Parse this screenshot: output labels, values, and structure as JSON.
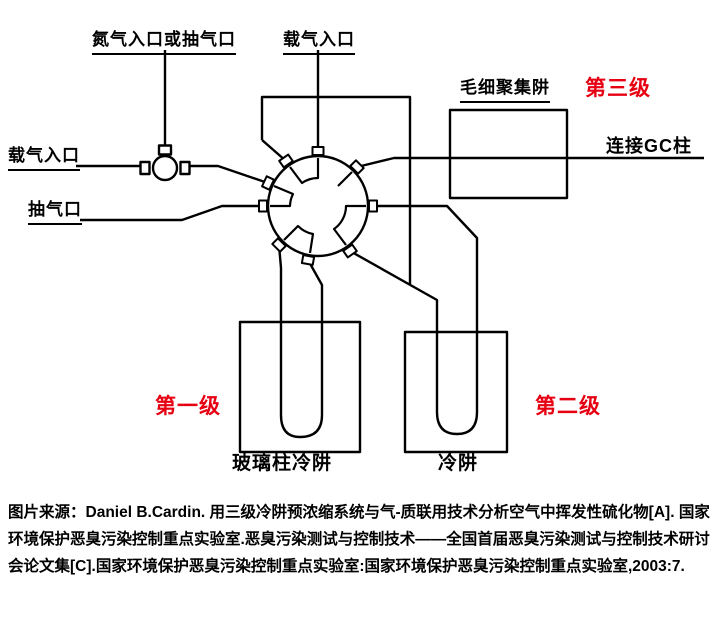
{
  "diagram": {
    "labels": {
      "nitrogen_inlet": "氮气入口或抽气口",
      "carrier_gas_inlet_top": "载气入口",
      "carrier_gas_inlet_left": "载气入口",
      "pump_outlet": "抽气口",
      "capillary_trap": "毛细聚集阱",
      "stage_three": "第三级",
      "gc_column": "连接GC柱",
      "stage_one": "第一级",
      "stage_two": "第二级",
      "glass_column_cold_trap": "玻璃柱冷阱",
      "cold_trap": "冷阱"
    },
    "colors": {
      "stage_red": "#e60012",
      "line": "#000000"
    }
  },
  "citation": {
    "text": "图片来源：Daniel B.Cardin. 用三级冷阱预浓缩系统与气-质联用技术分析空气中挥发性硫化物[A]. 国家环境保护恶臭污染控制重点实验室.恶臭污染测试与控制技术——全国首届恶臭污染测试与控制技术研讨会论文集[C].国家环境保护恶臭污染控制重点实验室:国家环境保护恶臭污染控制重点实验室,2003:7."
  }
}
